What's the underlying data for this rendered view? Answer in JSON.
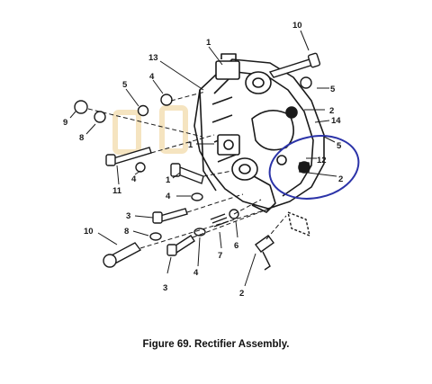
{
  "caption": "Figure 69.  Rectifier Assembly.",
  "colors": {
    "line": "#1a1a1a",
    "highlight_circle": "#2b33a8",
    "watermark": "#f2d9a6"
  },
  "callouts": [
    {
      "id": "c-1-top",
      "text": "1"
    },
    {
      "id": "c-10-top",
      "text": "10"
    },
    {
      "id": "c-13",
      "text": "13"
    },
    {
      "id": "c-5-left",
      "text": "5"
    },
    {
      "id": "c-4-upper",
      "text": "4"
    },
    {
      "id": "c-5-right",
      "text": "5"
    },
    {
      "id": "c-9",
      "text": "9"
    },
    {
      "id": "c-8-left",
      "text": "8"
    },
    {
      "id": "c-2-upper",
      "text": "2"
    },
    {
      "id": "c-14",
      "text": "14"
    },
    {
      "id": "c-5-mid",
      "text": "5"
    },
    {
      "id": "c-12",
      "text": "12"
    },
    {
      "id": "c-2-circle",
      "text": "2"
    },
    {
      "id": "c-1-mid",
      "text": "1"
    },
    {
      "id": "c-1-low",
      "text": "1"
    },
    {
      "id": "c-11",
      "text": "11"
    },
    {
      "id": "c-4-mid",
      "text": "4"
    },
    {
      "id": "c-4-low",
      "text": "4"
    },
    {
      "id": "c-3-left",
      "text": "3"
    },
    {
      "id": "c-10-low",
      "text": "10"
    },
    {
      "id": "c-8-low",
      "text": "8"
    },
    {
      "id": "c-6",
      "text": "6"
    },
    {
      "id": "c-7",
      "text": "7"
    },
    {
      "id": "c-3-bottom",
      "text": "3"
    },
    {
      "id": "c-4-bottom",
      "text": "4"
    },
    {
      "id": "c-2-bottom",
      "text": "2"
    }
  ]
}
